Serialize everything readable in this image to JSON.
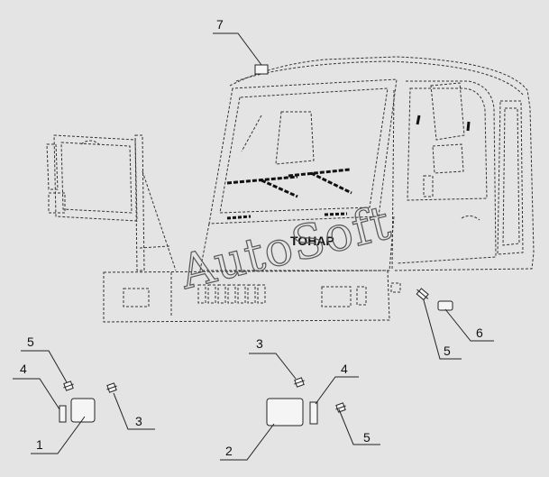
{
  "watermark": "AutoSoft",
  "brand_text": "TOHAP",
  "callouts": [
    {
      "id": "callout-7-cab-roof-lamp",
      "label": "7"
    },
    {
      "id": "callout-6-side-marker",
      "label": "6"
    },
    {
      "id": "callout-5-side-bulb",
      "label": "5"
    },
    {
      "id": "callout-5-left-bulb",
      "label": "5"
    },
    {
      "id": "callout-4-left-lens",
      "label": "4"
    },
    {
      "id": "callout-3-left-bulb",
      "label": "3"
    },
    {
      "id": "callout-1-left-lamp",
      "label": "1"
    },
    {
      "id": "callout-3-right-bulb",
      "label": "3"
    },
    {
      "id": "callout-4-right-lens",
      "label": "4"
    },
    {
      "id": "callout-2-right-lamp",
      "label": "2"
    },
    {
      "id": "callout-5-right-bulb",
      "label": "5"
    }
  ]
}
